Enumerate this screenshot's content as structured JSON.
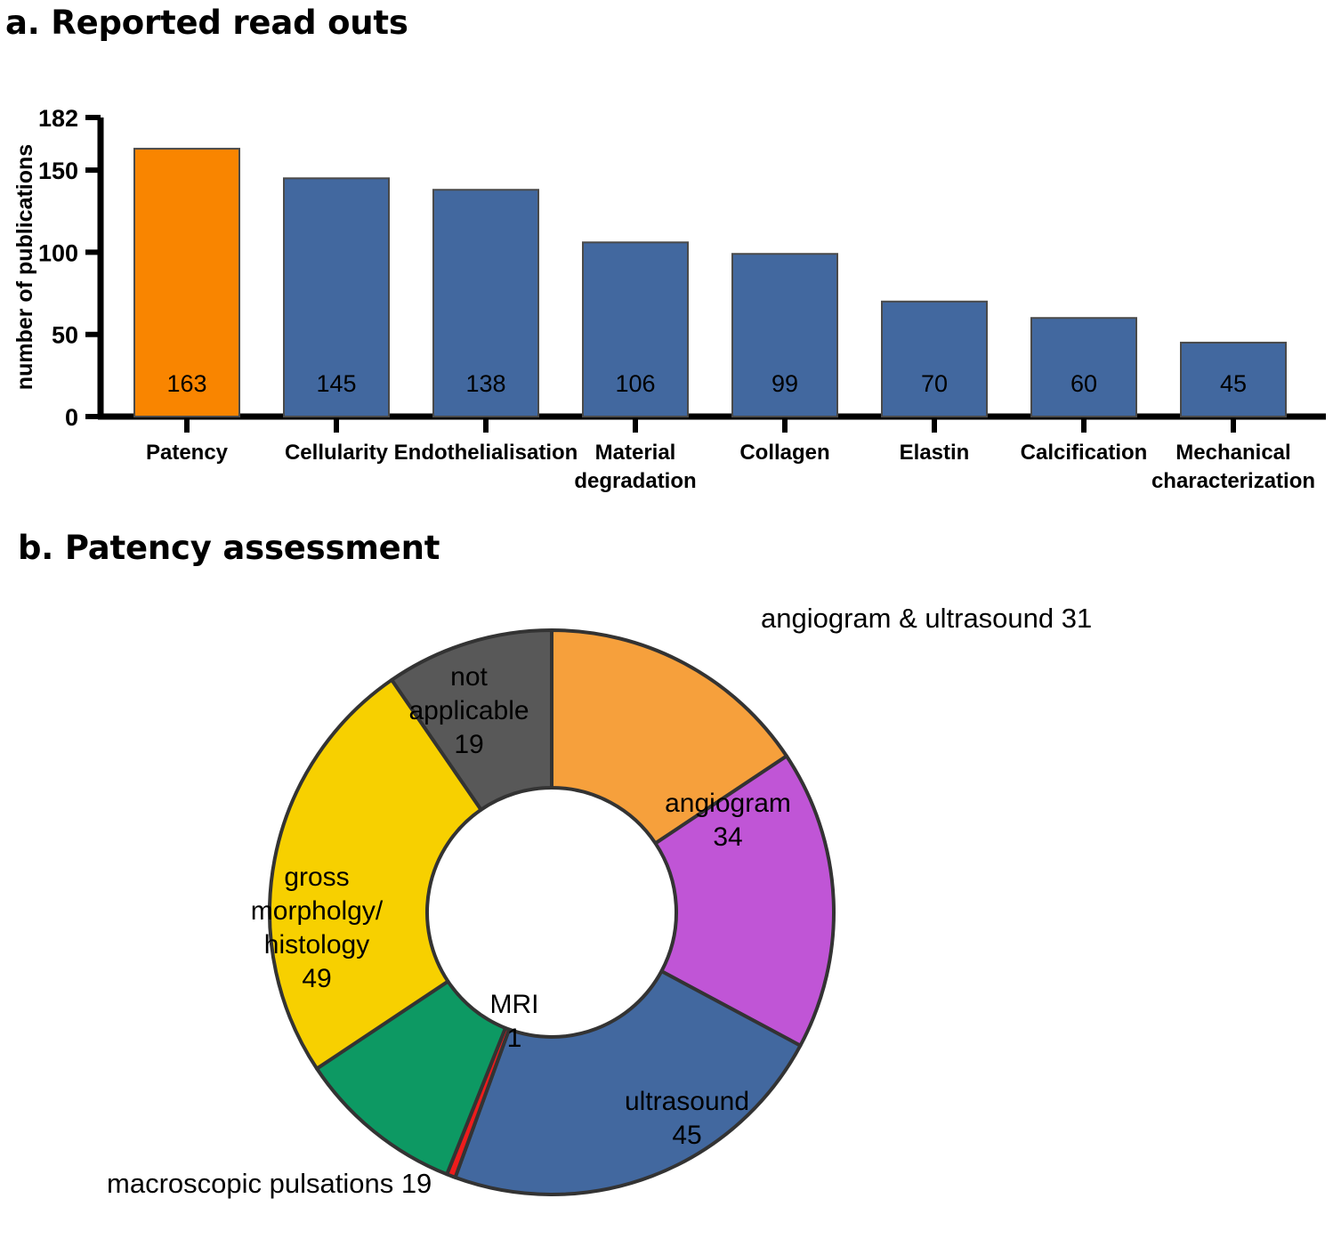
{
  "panel_a": {
    "title": "a. Reported read outs",
    "chart_data": {
      "type": "bar",
      "title": "a. Reported read outs",
      "xlabel": "",
      "ylabel": "number of publications",
      "ylim": [
        0,
        182
      ],
      "yticks": [
        "0",
        "50",
        "100",
        "150",
        "182"
      ],
      "ytick_values": [
        0,
        50,
        100,
        150,
        182
      ],
      "grid": false,
      "legend": "none",
      "categories": [
        "Patency",
        "Cellularity",
        "Endothelialisation",
        "Material degradation",
        "Collagen",
        "Elastin",
        "Calcification",
        "Mechanical characterization"
      ],
      "category_lines": [
        [
          "Patency"
        ],
        [
          "Cellularity"
        ],
        [
          "Endothelialisation"
        ],
        [
          "Material",
          "degradation"
        ],
        [
          "Collagen"
        ],
        [
          "Elastin"
        ],
        [
          "Calcification"
        ],
        [
          "Mechanical",
          "characterization"
        ]
      ],
      "values": [
        163,
        145,
        138,
        106,
        99,
        70,
        60,
        45
      ],
      "bar_labels": [
        "163",
        "145",
        "138",
        "106",
        "99",
        "70",
        "60",
        "45"
      ],
      "bar_colors": [
        "#F98500",
        "#42689F",
        "#42689F",
        "#42689F",
        "#42689F",
        "#42689F",
        "#42689F",
        "#42689F"
      ],
      "highlight_color": "#F98500",
      "series_color": "#42689F"
    }
  },
  "panel_b": {
    "title": "b. Patency assessment",
    "chart_data": {
      "type": "pie",
      "variant": "donut",
      "title": "b. Patency assessment",
      "total": 198,
      "start_angle_deg": 0,
      "direction": "clockwise",
      "legend": "none",
      "labels": [
        "angiogram & ultrasound",
        "angiogram",
        "ultrasound",
        "MRI",
        "macroscopic pulsations",
        "gross morpholgy/histology",
        "not applicable"
      ],
      "values": [
        31,
        34,
        45,
        1,
        19,
        49,
        19
      ],
      "colors": [
        "#F6A03C",
        "#C055D6",
        "#42689F",
        "#EE1C1C",
        "#0D9963",
        "#F7D000",
        "#585858"
      ],
      "slices": [
        {
          "label": "angiogram & ultrasound",
          "value": 31,
          "color": "#F6A03C",
          "text_lines": [
            "angiogram & ultrasound 31"
          ],
          "text_position": "outside"
        },
        {
          "label": "angiogram",
          "value": 34,
          "color": "#C055D6",
          "text_lines": [
            "angiogram",
            "34"
          ],
          "text_position": "inside"
        },
        {
          "label": "ultrasound",
          "value": 45,
          "color": "#42689F",
          "text_lines": [
            "ultrasound",
            "45"
          ],
          "text_position": "inside"
        },
        {
          "label": "MRI",
          "value": 1,
          "color": "#EE1C1C",
          "text_lines": [
            "MRI",
            "1"
          ],
          "text_position": "center"
        },
        {
          "label": "macroscopic pulsations",
          "value": 19,
          "color": "#0D9963",
          "text_lines": [
            "macroscopic pulsations 19"
          ],
          "text_position": "outside"
        },
        {
          "label": "gross morpholgy/histology",
          "value": 49,
          "color": "#F7D000",
          "text_lines": [
            "gross",
            "morpholgy/",
            "histology",
            "49"
          ],
          "text_position": "inside"
        },
        {
          "label": "not applicable",
          "value": 19,
          "color": "#585858",
          "text_lines": [
            "not",
            "applicable",
            "19"
          ],
          "text_position": "inside"
        }
      ]
    }
  }
}
